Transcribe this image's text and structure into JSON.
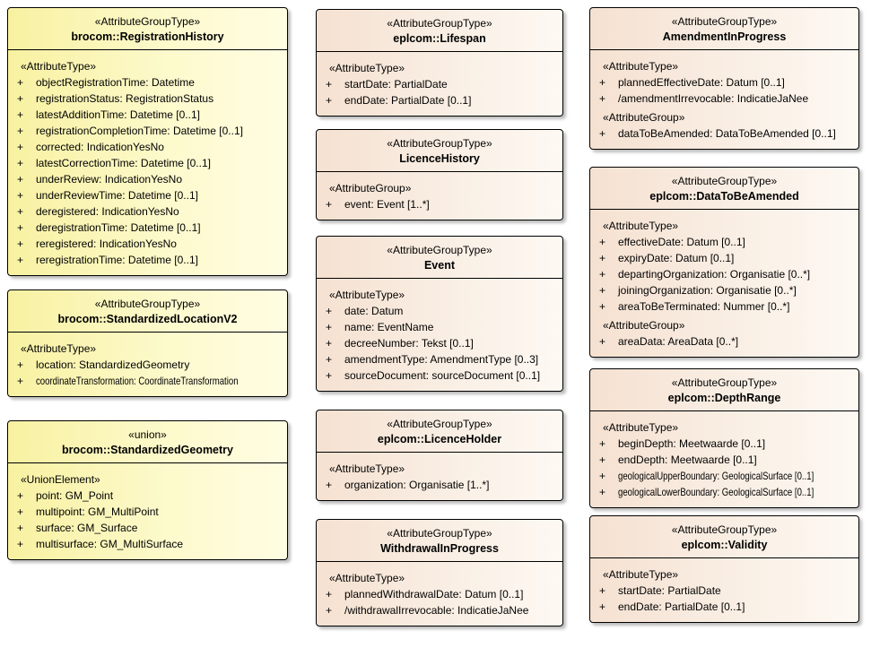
{
  "diagram_title": "UML attribute group type diagram",
  "colors": {
    "yellow_box_left": "#f8f1a1",
    "yellow_box_right": "#fffde2",
    "cream_box_left": "#f5e1d1",
    "cream_box_right": "#fdf9f3",
    "border": "#000000",
    "shadow": "#bdbdbd",
    "background": "#ffffff"
  },
  "boxes": [
    {
      "id": "brocom-registration-history",
      "column": 0,
      "theme": "yellow",
      "stereotype": "«AttributeGroupType»",
      "name": "brocom::RegistrationHistory",
      "sections": [
        {
          "label": "«AttributeType»",
          "items": [
            {
              "vis": "+",
              "text": "objectRegistrationTime: Datetime"
            },
            {
              "vis": "+",
              "text": "registrationStatus: RegistrationStatus"
            },
            {
              "vis": "+",
              "text": "latestAdditionTime: Datetime [0..1]"
            },
            {
              "vis": "+",
              "text": "registrationCompletionTime: Datetime [0..1]"
            },
            {
              "vis": "+",
              "text": "corrected: IndicationYesNo"
            },
            {
              "vis": "+",
              "text": "latestCorrectionTime: Datetime [0..1]"
            },
            {
              "vis": "+",
              "text": "underReview: IndicationYesNo"
            },
            {
              "vis": "+",
              "text": "underReviewTime: Datetime [0..1]"
            },
            {
              "vis": "+",
              "text": "deregistered: IndicationYesNo"
            },
            {
              "vis": "+",
              "text": "deregistrationTime: Datetime [0..1]"
            },
            {
              "vis": "+",
              "text": "reregistered: IndicationYesNo"
            },
            {
              "vis": "+",
              "text": "reregistrationTime: Datetime [0..1]"
            }
          ]
        }
      ]
    },
    {
      "id": "brocom-standardized-location-v2",
      "column": 0,
      "theme": "yellow",
      "stereotype": "«AttributeGroupType»",
      "name": "brocom::StandardizedLocationV2",
      "sections": [
        {
          "label": "«AttributeType»",
          "items": [
            {
              "vis": "+",
              "text": "location: StandardizedGeometry"
            },
            {
              "vis": "+",
              "text": "coordinateTransformation: CoordinateTransformation",
              "condensed": true
            }
          ]
        }
      ]
    },
    {
      "id": "brocom-standardized-geometry",
      "column": 0,
      "theme": "yellow",
      "stereotype": "«union»",
      "name": "brocom::StandardizedGeometry",
      "sections": [
        {
          "label": "«UnionElement»",
          "items": [
            {
              "vis": "+",
              "text": "point: GM_Point"
            },
            {
              "vis": "+",
              "text": "multipoint: GM_MultiPoint"
            },
            {
              "vis": "+",
              "text": "surface: GM_Surface"
            },
            {
              "vis": "+",
              "text": "multisurface: GM_MultiSurface"
            }
          ]
        }
      ]
    },
    {
      "id": "eplcom-lifespan",
      "column": 1,
      "theme": "cream",
      "stereotype": "«AttributeGroupType»",
      "name": "eplcom::Lifespan",
      "sections": [
        {
          "label": "«AttributeType»",
          "items": [
            {
              "vis": "+",
              "text": "startDate: PartialDate"
            },
            {
              "vis": "+",
              "text": "endDate: PartialDate [0..1]"
            }
          ]
        }
      ]
    },
    {
      "id": "licence-history",
      "column": 1,
      "theme": "cream",
      "stereotype": "«AttributeGroupType»",
      "name": "LicenceHistory",
      "sections": [
        {
          "label": "«AttributeGroup»",
          "items": [
            {
              "vis": "+",
              "text": "event: Event [1..*]"
            }
          ]
        }
      ]
    },
    {
      "id": "event",
      "column": 1,
      "theme": "cream",
      "stereotype": "«AttributeGroupType»",
      "name": "Event",
      "sections": [
        {
          "label": "«AttributeType»",
          "items": [
            {
              "vis": "+",
              "text": "date: Datum"
            },
            {
              "vis": "+",
              "text": "name: EventName"
            },
            {
              "vis": "+",
              "text": "decreeNumber: Tekst [0..1]"
            },
            {
              "vis": "+",
              "text": "amendmentType: AmendmentType [0..3]"
            },
            {
              "vis": "+",
              "text": "sourceDocument: sourceDocument [0..1]"
            }
          ]
        }
      ]
    },
    {
      "id": "eplcom-licence-holder",
      "column": 1,
      "theme": "cream",
      "stereotype": "«AttributeGroupType»",
      "name": "eplcom::LicenceHolder",
      "sections": [
        {
          "label": "«AttributeType»",
          "items": [
            {
              "vis": "+",
              "text": "organization: Organisatie [1..*]"
            }
          ]
        }
      ]
    },
    {
      "id": "withdrawal-in-progress",
      "column": 1,
      "theme": "cream",
      "stereotype": "«AttributeGroupType»",
      "name": "WithdrawalInProgress",
      "sections": [
        {
          "label": "«AttributeType»",
          "items": [
            {
              "vis": "+",
              "text": "plannedWithdrawalDate: Datum [0..1]"
            },
            {
              "vis": "+",
              "text": "/withdrawalIrrevocable: IndicatieJaNee"
            }
          ]
        }
      ]
    },
    {
      "id": "amendment-in-progress",
      "column": 2,
      "theme": "cream",
      "stereotype": "«AttributeGroupType»",
      "name": "AmendmentInProgress",
      "sections": [
        {
          "label": "«AttributeType»",
          "items": [
            {
              "vis": "+",
              "text": "plannedEffectiveDate: Datum [0..1]"
            },
            {
              "vis": "+",
              "text": "/amendmentIrrevocable: IndicatieJaNee"
            }
          ]
        },
        {
          "label": "«AttributeGroup»",
          "items": [
            {
              "vis": "+",
              "text": "dataToBeAmended: DataToBeAmended [0..1]"
            }
          ]
        }
      ]
    },
    {
      "id": "eplcom-data-to-be-amended",
      "column": 2,
      "theme": "cream",
      "stereotype": "«AttributeGroupType»",
      "name": "eplcom::DataToBeAmended",
      "sections": [
        {
          "label": "«AttributeType»",
          "items": [
            {
              "vis": "+",
              "text": "effectiveDate: Datum [0..1]"
            },
            {
              "vis": "+",
              "text": "expiryDate: Datum [0..1]"
            },
            {
              "vis": "+",
              "text": "departingOrganization: Organisatie [0..*]"
            },
            {
              "vis": "+",
              "text": "joiningOrganization: Organisatie [0..*]"
            },
            {
              "vis": "+",
              "text": "areaToBeTerminated: Nummer [0..*]"
            }
          ]
        },
        {
          "label": "«AttributeGroup»",
          "items": [
            {
              "vis": "+",
              "text": "areaData: AreaData [0..*]"
            }
          ]
        }
      ]
    },
    {
      "id": "eplcom-depth-range",
      "column": 2,
      "theme": "cream",
      "stereotype": "«AttributeGroupType»",
      "name": "eplcom::DepthRange",
      "sections": [
        {
          "label": "«AttributeType»",
          "items": [
            {
              "vis": "+",
              "text": "beginDepth: Meetwaarde [0..1]"
            },
            {
              "vis": "+",
              "text": "endDepth: Meetwaarde [0..1]"
            },
            {
              "vis": "+",
              "text": "geologicalUpperBoundary: GeologicalSurface [0..1]",
              "condensed": true
            },
            {
              "vis": "+",
              "text": "geologicalLowerBoundary: GeologicalSurface [0..1]",
              "condensed": true
            }
          ]
        }
      ]
    },
    {
      "id": "eplcom-validity",
      "column": 2,
      "theme": "cream",
      "stereotype": "«AttributeGroupType»",
      "name": "eplcom::Validity",
      "sections": [
        {
          "label": "«AttributeType»",
          "items": [
            {
              "vis": "+",
              "text": "startDate: PartialDate"
            },
            {
              "vis": "+",
              "text": "endDate: PartialDate [0..1]"
            }
          ]
        }
      ]
    }
  ]
}
